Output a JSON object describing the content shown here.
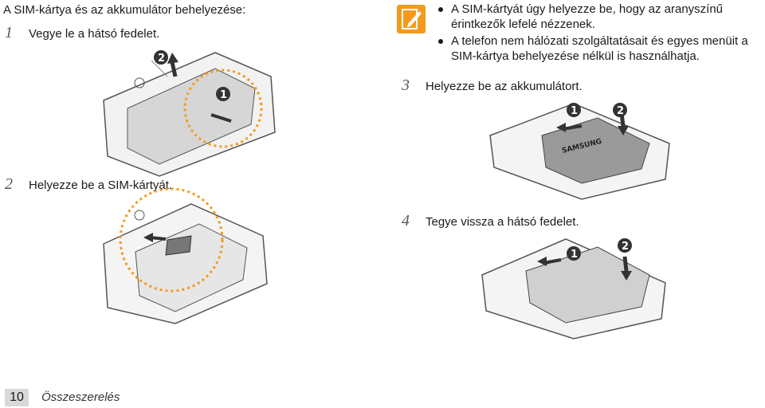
{
  "section_title": "A SIM-kártya és az akkumulátor behelyezése:",
  "steps": [
    {
      "num": "1",
      "text": "Vegye le a hátsó fedelet."
    },
    {
      "num": "2",
      "text": "Helyezze be a SIM-kártyát."
    },
    {
      "num": "3",
      "text": "Helyezze be az akkumulátort."
    },
    {
      "num": "4",
      "text": "Tegye vissza a hátsó fedelet."
    }
  ],
  "notes": [
    "A SIM-kártyát úgy helyezze be, hogy az aranyszínű érintkezők lefelé nézzenek.",
    "A telefon nem hálózati szolgáltatásait és egyes menüit a SIM-kártya behelyezése nélkül is használhatja."
  ],
  "illustration_labels": {
    "badge_1": "1",
    "badge_2": "2",
    "battery_brand": "SAMSUNG"
  },
  "footer": {
    "page_number": "10",
    "section": "Összeszerelés"
  },
  "icons": {
    "note": "note-pencil-icon"
  },
  "colors": {
    "note_icon": "#f39a1e",
    "dotted_circle": "#f39a1e",
    "page_box": "#d9d9d9"
  }
}
